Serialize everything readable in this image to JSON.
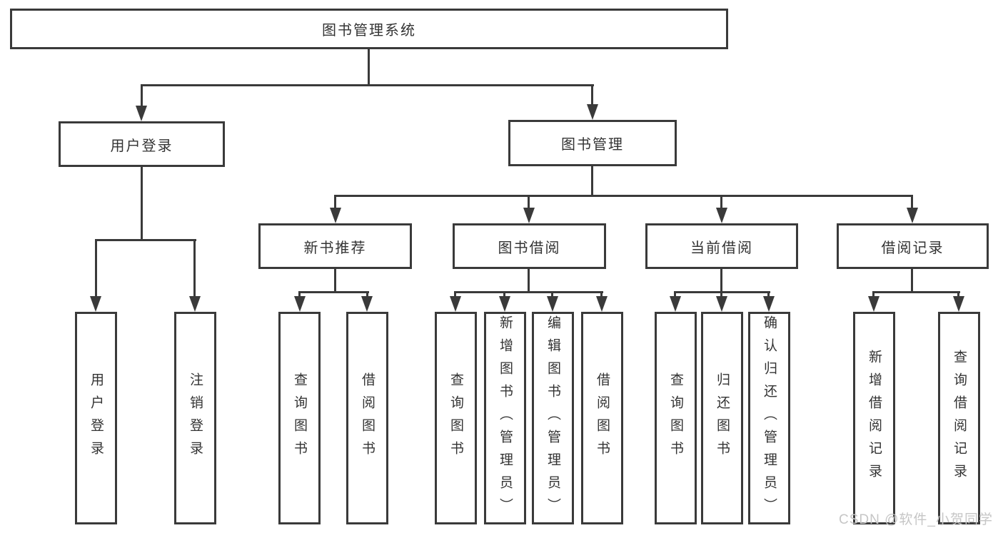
{
  "diagram": {
    "type": "hierarchy-tree",
    "title": "图书管理系统",
    "nodes": {
      "root": "图书管理系统",
      "user_login": "用户登录",
      "book_management": "图书管理",
      "new_book_recommend": "新书推荐",
      "book_borrow": "图书借阅",
      "current_borrow": "当前借阅",
      "borrow_records": "借阅记录",
      "leaves": {
        "user_login": [
          "用户登录",
          "注销登录"
        ],
        "new_book_recommend": [
          "查询图书",
          "借阅图书"
        ],
        "book_borrow": [
          "查询图书",
          "新增图书（管理员）",
          "编辑图书（管理员）",
          "借阅图书"
        ],
        "current_borrow": [
          "查询图书",
          "归还图书",
          "确认归还（管理员）"
        ],
        "borrow_records": [
          "新增借阅记录",
          "查询借阅记录"
        ]
      }
    },
    "colors": {
      "line": "#3a3a3a",
      "text": "#333333",
      "watermark_text": "#c6c6c6",
      "background": "#ffffff"
    }
  },
  "watermark": "CSDN @软件_小贺同学"
}
